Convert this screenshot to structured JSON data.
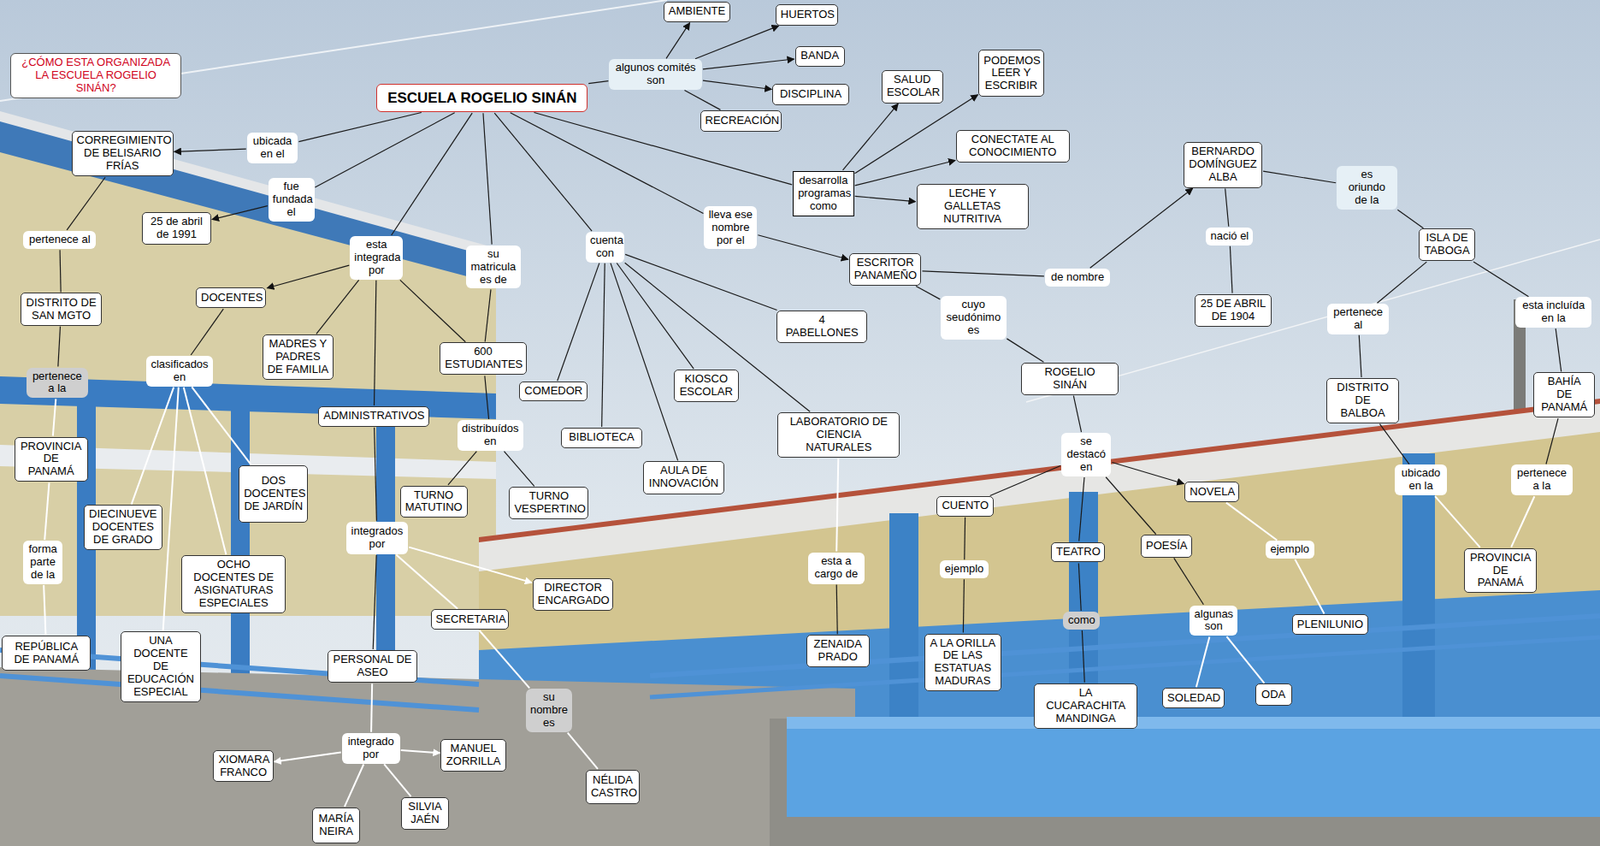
{
  "diagram": {
    "nodes": [
      {
        "text": [
          "¿CÓMO ESTA ORGANIZADA LA ESCUELA ROGELIO SINÁN?"
        ]
      },
      {
        "text": [
          "ESCUELA ROGELIO SINÁN"
        ]
      },
      {
        "text": [
          "AMBIENTE"
        ]
      },
      {
        "text": [
          "HUERTOS"
        ]
      },
      {
        "text": [
          "algunos comités son"
        ]
      },
      {
        "text": [
          "BANDA"
        ]
      },
      {
        "text": [
          "DISCIPLINA"
        ]
      },
      {
        "text": [
          "RECREACIÓN"
        ]
      },
      {
        "text": [
          "SALUD ESCOLAR"
        ]
      },
      {
        "text": [
          "PODEMOS LEER Y ESCRIBIR"
        ]
      },
      {
        "text": [
          "CONECTATE AL CONOCIMIENTO"
        ]
      },
      {
        "text": [
          "CORREGIMIENTO DE BELISARIO FRÍAS"
        ]
      },
      {
        "text": [
          "ubicada en el"
        ]
      },
      {
        "text": [
          "desarrolla programas como"
        ]
      },
      {
        "text": [
          "LECHE Y GALLETAS NUTRITIVA"
        ]
      },
      {
        "text": [
          "BERNARDO DOMÍNGUEZ ALBA"
        ]
      },
      {
        "text": [
          "es oriundo de la"
        ]
      },
      {
        "text": [
          "fue fundada el"
        ]
      },
      {
        "text": [
          "25 de abril de 1991"
        ]
      },
      {
        "text": [
          "pertenece al"
        ]
      },
      {
        "text": [
          "esta integrada por"
        ]
      },
      {
        "text": [
          "su matricula es de"
        ]
      },
      {
        "text": [
          "cuenta con"
        ]
      },
      {
        "text": [
          "lleva ese nombre por el"
        ]
      },
      {
        "text": [
          "ISLA DE TABOGA"
        ]
      },
      {
        "text": [
          "nació el"
        ]
      },
      {
        "text": [
          "ESCRITOR PANAMEÑO"
        ]
      },
      {
        "text": [
          "de nombre"
        ]
      },
      {
        "text": [
          "DOCENTES"
        ]
      },
      {
        "text": [
          "DISTRITO DE SAN MGTO"
        ]
      },
      {
        "text": [
          "25 DE ABRIL DE 1904"
        ]
      },
      {
        "text": [
          "esta incluída en la"
        ]
      },
      {
        "text": [
          "pertenece al"
        ]
      },
      {
        "text": [
          "cuyo seudónimo es"
        ]
      },
      {
        "text": [
          "4 PABELLONES"
        ]
      },
      {
        "text": [
          "MADRES Y PADRES DE FAMILIA"
        ]
      },
      {
        "text": [
          "600 ESTUDIANTES"
        ]
      },
      {
        "text": [
          "clasificados en"
        ]
      },
      {
        "text": [
          "pertenece a la"
        ]
      },
      {
        "text": [
          "ROGELIO SINÁN"
        ]
      },
      {
        "text": [
          "COMEDOR"
        ]
      },
      {
        "text": [
          "KIOSCO ESCOLAR"
        ]
      },
      {
        "text": [
          "DISTRITO DE BALBOA"
        ]
      },
      {
        "text": [
          "BAHÍA DE PANAMÁ"
        ]
      },
      {
        "text": [
          "ADMINISTRATIVOS"
        ]
      },
      {
        "text": [
          "distribuídos en"
        ]
      },
      {
        "text": [
          "LABORATORIO DE CIENCIA NATURALES"
        ]
      },
      {
        "text": [
          "BIBLIOTECA"
        ]
      },
      {
        "text": [
          "se destacó en"
        ]
      },
      {
        "text": [
          "PROVINCIA DE PANAMÁ"
        ]
      },
      {
        "text": [
          "AULA DE INNOVACIÓN"
        ]
      },
      {
        "text": [
          "DOS DOCENTES DE JARDÍN"
        ]
      },
      {
        "text": [
          "NOVELA"
        ]
      },
      {
        "text": [
          "ubicado en la"
        ]
      },
      {
        "text": [
          "pertenece a la"
        ]
      },
      {
        "text": [
          "TURNO MATUTINO"
        ]
      },
      {
        "text": [
          "TURNO VESPERTINO"
        ]
      },
      {
        "text": [
          "CUENTO"
        ]
      },
      {
        "text": [
          "DIECINUEVE DOCENTES DE GRADO"
        ]
      },
      {
        "text": [
          "integrados por"
        ]
      },
      {
        "text": [
          "forma parte de la"
        ]
      },
      {
        "text": [
          "TEATRO"
        ]
      },
      {
        "text": [
          "POESÍA"
        ]
      },
      {
        "text": [
          "ejemplo"
        ]
      },
      {
        "text": [
          "esta a cargo de"
        ]
      },
      {
        "text": [
          "ejemplo"
        ]
      },
      {
        "text": [
          "OCHO DOCENTES DE ASIGNATURAS ESPECIALES"
        ]
      },
      {
        "text": [
          "DIRECTOR ENCARGADO"
        ]
      },
      {
        "text": [
          "PROVINCIA DE PANAMÁ"
        ]
      },
      {
        "text": [
          "algunas son"
        ]
      },
      {
        "text": [
          "SECRETARIA"
        ]
      },
      {
        "text": [
          "como"
        ]
      },
      {
        "text": [
          "PLENILUNIO"
        ]
      },
      {
        "text": [
          "A LA ORILLA DE LAS ESTATUAS MADURAS"
        ]
      },
      {
        "text": [
          "ZENAIDA PRADO"
        ]
      },
      {
        "text": [
          "REPÚBLICA DE PANAMÁ"
        ]
      },
      {
        "text": [
          "UNA DOCENTE DE EDUCACIÓN ESPECIAL"
        ]
      },
      {
        "text": [
          "PERSONAL DE ASEO"
        ]
      },
      {
        "text": [
          "su nombre es"
        ]
      },
      {
        "text": [
          "LA CUCARACHITA MANDINGA"
        ]
      },
      {
        "text": [
          "SOLEDAD"
        ]
      },
      {
        "text": [
          "ODA"
        ]
      },
      {
        "text": [
          "integrado por"
        ]
      },
      {
        "text": [
          "MANUEL ZORRILLA"
        ]
      },
      {
        "text": [
          "XIOMARA FRANCO"
        ]
      },
      {
        "text": [
          "NÉLIDA CASTRO"
        ]
      },
      {
        "text": [
          "SILVIA JAÉN"
        ]
      },
      {
        "text": [
          "MARÍA NEIRA"
        ]
      }
    ],
    "edges": [
      {
        "from": 1,
        "to": 12,
        "arrow": "none"
      },
      {
        "from": 12,
        "to": 11,
        "arrow": "to"
      },
      {
        "from": 1,
        "to": 17,
        "arrow": "none"
      },
      {
        "from": 17,
        "to": 18,
        "arrow": "to"
      },
      {
        "from": 1,
        "to": 20,
        "arrow": "none"
      },
      {
        "from": 20,
        "to": 28,
        "arrow": "to"
      },
      {
        "from": 20,
        "to": 35,
        "arrow": "none"
      },
      {
        "from": 20,
        "to": 36,
        "arrow": "none"
      },
      {
        "from": 20,
        "to": 44,
        "arrow": "none"
      },
      {
        "from": 1,
        "to": 21,
        "arrow": "none"
      },
      {
        "from": 21,
        "to": 36,
        "arrow": "none"
      },
      {
        "from": 1,
        "to": 22,
        "arrow": "none"
      },
      {
        "from": 22,
        "to": 40,
        "arrow": "none"
      },
      {
        "from": 22,
        "to": 47,
        "arrow": "none"
      },
      {
        "from": 22,
        "to": 50,
        "arrow": "none"
      },
      {
        "from": 22,
        "to": 41,
        "arrow": "none"
      },
      {
        "from": 22,
        "to": 46,
        "arrow": "none"
      },
      {
        "from": 22,
        "to": 34,
        "arrow": "none"
      },
      {
        "from": 1,
        "to": 23,
        "arrow": "none"
      },
      {
        "from": 23,
        "to": 26,
        "arrow": "to"
      },
      {
        "from": 1,
        "to": 13,
        "arrow": "none"
      },
      {
        "from": 13,
        "to": 8,
        "arrow": "to"
      },
      {
        "from": 13,
        "to": 9,
        "arrow": "to"
      },
      {
        "from": 13,
        "to": 10,
        "arrow": "to"
      },
      {
        "from": 13,
        "to": 14,
        "arrow": "to"
      },
      {
        "from": 1,
        "to": 4,
        "arrow": "none"
      },
      {
        "from": 4,
        "to": 2,
        "arrow": "to"
      },
      {
        "from": 4,
        "to": 3,
        "arrow": "to"
      },
      {
        "from": 4,
        "to": 5,
        "arrow": "to"
      },
      {
        "from": 4,
        "to": 6,
        "arrow": "to"
      },
      {
        "from": 4,
        "to": 7,
        "arrow": "none"
      },
      {
        "from": 11,
        "to": 19,
        "arrow": "none"
      },
      {
        "from": 19,
        "to": 29,
        "arrow": "none"
      },
      {
        "from": 29,
        "to": 38,
        "arrow": "none"
      },
      {
        "from": 38,
        "to": 49,
        "arrow": "none"
      },
      {
        "from": 49,
        "to": 60,
        "arrow": "none"
      },
      {
        "from": 60,
        "to": 75,
        "arrow": "none"
      },
      {
        "from": 28,
        "to": 37,
        "arrow": "none"
      },
      {
        "from": 37,
        "to": 51,
        "arrow": "none"
      },
      {
        "from": 37,
        "to": 58,
        "arrow": "none"
      },
      {
        "from": 37,
        "to": 66,
        "arrow": "none"
      },
      {
        "from": 37,
        "to": 76,
        "arrow": "none"
      },
      {
        "from": 36,
        "to": 45,
        "arrow": "none"
      },
      {
        "from": 45,
        "to": 55,
        "arrow": "none"
      },
      {
        "from": 45,
        "to": 56,
        "arrow": "none"
      },
      {
        "from": 44,
        "to": 59,
        "arrow": "none"
      },
      {
        "from": 59,
        "to": 67,
        "arrow": "to"
      },
      {
        "from": 59,
        "to": 70,
        "arrow": "none"
      },
      {
        "from": 59,
        "to": 77,
        "arrow": "none"
      },
      {
        "from": 70,
        "to": 78,
        "arrow": "none"
      },
      {
        "from": 78,
        "to": 85,
        "arrow": "none"
      },
      {
        "from": 77,
        "to": 82,
        "arrow": "none"
      },
      {
        "from": 82,
        "to": 84,
        "arrow": "to"
      },
      {
        "from": 82,
        "to": 83,
        "arrow": "to"
      },
      {
        "from": 82,
        "to": 86,
        "arrow": "none"
      },
      {
        "from": 82,
        "to": 87,
        "arrow": "none"
      },
      {
        "from": 46,
        "to": 64,
        "arrow": "none"
      },
      {
        "from": 64,
        "to": 74,
        "arrow": "none"
      },
      {
        "from": 26,
        "to": 27,
        "arrow": "none"
      },
      {
        "from": 27,
        "to": 15,
        "arrow": "to"
      },
      {
        "from": 26,
        "to": 33,
        "arrow": "none"
      },
      {
        "from": 33,
        "to": 39,
        "arrow": "none"
      },
      {
        "from": 15,
        "to": 25,
        "arrow": "none"
      },
      {
        "from": 25,
        "to": 30,
        "arrow": "none"
      },
      {
        "from": 15,
        "to": 16,
        "arrow": "none"
      },
      {
        "from": 16,
        "to": 24,
        "arrow": "none"
      },
      {
        "from": 24,
        "to": 32,
        "arrow": "none"
      },
      {
        "from": 32,
        "to": 42,
        "arrow": "none"
      },
      {
        "from": 42,
        "to": 53,
        "arrow": "none"
      },
      {
        "from": 53,
        "to": 68,
        "arrow": "none"
      },
      {
        "from": 24,
        "to": 31,
        "arrow": "none"
      },
      {
        "from": 31,
        "to": 43,
        "arrow": "none"
      },
      {
        "from": 43,
        "to": 54,
        "arrow": "none"
      },
      {
        "from": 54,
        "to": 68,
        "arrow": "none"
      },
      {
        "from": 39,
        "to": 48,
        "arrow": "none"
      },
      {
        "from": 48,
        "to": 57,
        "arrow": "none"
      },
      {
        "from": 48,
        "to": 61,
        "arrow": "none"
      },
      {
        "from": 48,
        "to": 62,
        "arrow": "none"
      },
      {
        "from": 48,
        "to": 52,
        "arrow": "to"
      },
      {
        "from": 57,
        "to": 65,
        "arrow": "none"
      },
      {
        "from": 65,
        "to": 73,
        "arrow": "none"
      },
      {
        "from": 61,
        "to": 71,
        "arrow": "none"
      },
      {
        "from": 71,
        "to": 79,
        "arrow": "none"
      },
      {
        "from": 62,
        "to": 69,
        "arrow": "none"
      },
      {
        "from": 69,
        "to": 80,
        "arrow": "none"
      },
      {
        "from": 69,
        "to": 81,
        "arrow": "none"
      },
      {
        "from": 52,
        "to": 63,
        "arrow": "none"
      },
      {
        "from": 63,
        "to": 72,
        "arrow": "none"
      }
    ]
  }
}
